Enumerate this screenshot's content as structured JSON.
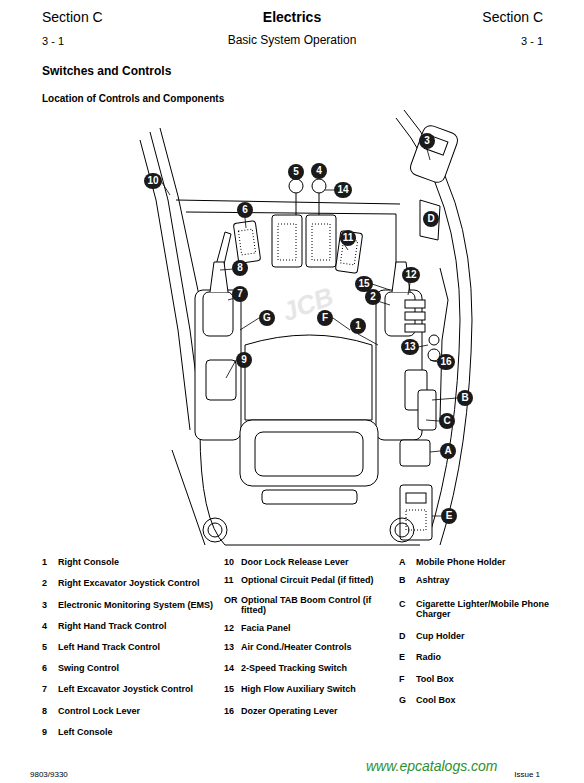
{
  "diagram": {
    "title": "Electrics",
    "nodes": [
      {
        "text": [
          "3"
        ]
      },
      {
        "text": [
          "4"
        ]
      },
      {
        "text": [
          "5"
        ]
      },
      {
        "text": [
          "10"
        ]
      },
      {
        "text": [
          "14"
        ]
      },
      {
        "text": [
          "6"
        ]
      },
      {
        "text": [
          "D"
        ]
      },
      {
        "text": [
          "11"
        ]
      },
      {
        "text": [
          "8"
        ]
      },
      {
        "text": [
          "12"
        ]
      },
      {
        "text": [
          "15"
        ]
      },
      {
        "text": [
          "7"
        ]
      },
      {
        "text": [
          "2"
        ]
      },
      {
        "text": [
          "G"
        ]
      },
      {
        "text": [
          "F"
        ]
      },
      {
        "text": [
          "1"
        ]
      },
      {
        "text": [
          "13"
        ]
      },
      {
        "text": [
          "16"
        ]
      },
      {
        "text": [
          "9"
        ]
      },
      {
        "text": [
          "B"
        ]
      },
      {
        "text": [
          "C"
        ]
      },
      {
        "text": [
          "A"
        ]
      },
      {
        "text": [
          "E"
        ]
      }
    ],
    "labels": [
      "Section C",
      "Section C",
      "3 - 1",
      "Basic System Operation",
      "3 - 1",
      "Switches and Controls",
      "Location of Controls and Components",
      "JCB",
      "1",
      "Right Console",
      "2",
      "Right Excavator Joystick Control",
      "3",
      "Electronic Monitoring System (EMS)",
      "4",
      "Right Hand Track Control",
      "5",
      "Left Hand Track Control",
      "6",
      "Swing Control",
      "7",
      "Left Excavator Joystick Control",
      "8",
      "Control Lock Lever",
      "9",
      "Left Console",
      "10",
      "Door Lock Release Lever",
      "11",
      "Optional Circuit Pedal (if fitted)",
      "OR",
      "Optional TAB Boom Control (if fitted)",
      "12",
      "Facia Panel",
      "13",
      "Air Cond./Heater Controls",
      "14",
      "2-Speed Tracking Switch",
      "15",
      "High Flow Auxiliary Switch",
      "16",
      "Dozer Operating Lever",
      "A",
      "Mobile Phone Holder",
      "B",
      "Ashtray",
      "C",
      "Cigarette Lighter/Mobile Phone Charger",
      "D",
      "Cup Holder",
      "E",
      "Radio",
      "F",
      "Tool Box",
      "G",
      "Cool Box",
      "9803/9330",
      "www.epcatalogs.com",
      "Issue 1"
    ]
  }
}
